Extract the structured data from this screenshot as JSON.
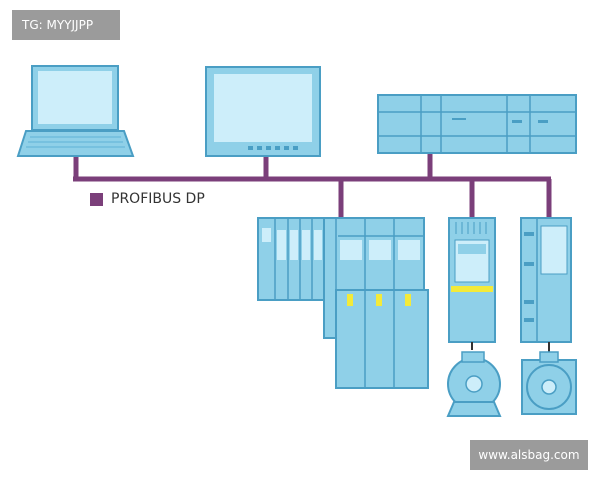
{
  "watermarks": {
    "top_left": "TG: MYYJJPP",
    "bottom_right": "www.alsbag.com"
  },
  "legend": {
    "label": "PROFIBUS DP",
    "color": "#7b3f7a"
  },
  "colors": {
    "bus": "#7b3f7a",
    "device_fill": "#8fd0e8",
    "device_stroke": "#4a9ec4",
    "screen_fill": "#cdeefa",
    "accent_yellow": "#f3ea3a",
    "background": "#ffffff"
  },
  "devices": [
    {
      "name": "laptop-icon"
    },
    {
      "name": "hmi-panel-icon"
    },
    {
      "name": "plc-controller-icon"
    },
    {
      "name": "io-module-rack-icon"
    },
    {
      "name": "servo-drive-icon"
    },
    {
      "name": "frequency-inverter-icon"
    },
    {
      "name": "induction-motor-icon"
    },
    {
      "name": "servo-motor-icon"
    }
  ]
}
